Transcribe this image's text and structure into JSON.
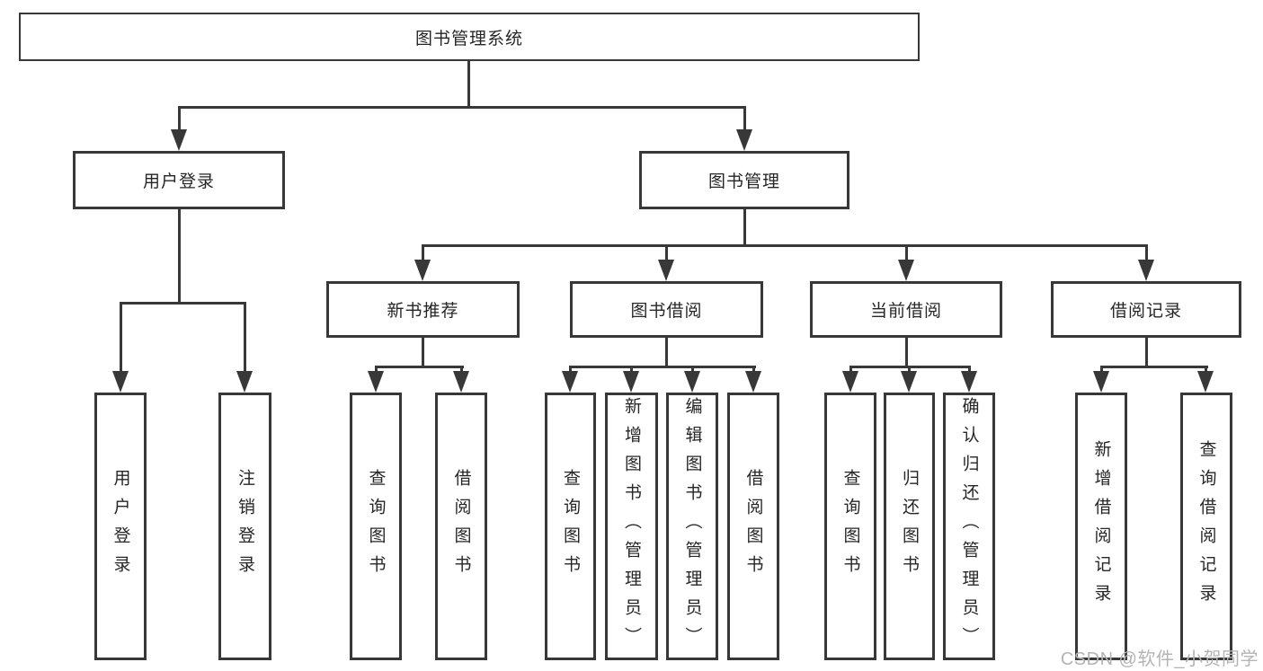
{
  "tree": {
    "root": {
      "label": "图书管理系统"
    },
    "branches": [
      {
        "label": "用户登录",
        "children": [
          {
            "label": "用户登录"
          },
          {
            "label": "注销登录"
          }
        ]
      },
      {
        "label": "图书管理",
        "children": [
          {
            "label": "新书推荐",
            "children": [
              {
                "label": "查询图书"
              },
              {
                "label": "借阅图书"
              }
            ]
          },
          {
            "label": "图书借阅",
            "children": [
              {
                "label": "查询图书"
              },
              {
                "label": "新增图书（管理员）"
              },
              {
                "label": "编辑图书（管理员）"
              },
              {
                "label": "借阅图书"
              }
            ]
          },
          {
            "label": "当前借阅",
            "children": [
              {
                "label": "查询图书"
              },
              {
                "label": "归还图书"
              },
              {
                "label": "确认归还（管理员）"
              }
            ]
          },
          {
            "label": "借阅记录",
            "children": [
              {
                "label": "新增借阅记录"
              },
              {
                "label": "查询借阅记录"
              }
            ]
          }
        ]
      }
    ]
  },
  "watermark": {
    "text": "CSDN @软件_小贺同学"
  },
  "colors": {
    "line": "#383838",
    "text": "#262626",
    "watermark": "#b4b4b4",
    "background": "#ffffff"
  }
}
